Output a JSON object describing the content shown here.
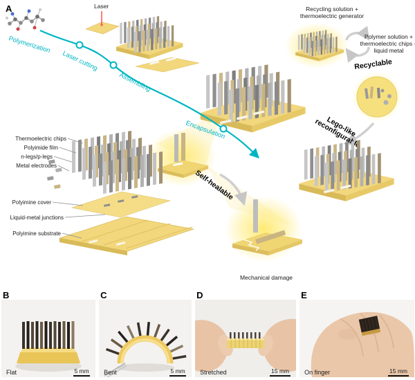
{
  "figure": {
    "panel_a_label": "A",
    "laser_label": "Laser",
    "steps": {
      "polymerization": "Polymerization",
      "laser_cutting": "Laser cutting",
      "assembling": "Assembling",
      "encapsulation": "Encapsulation"
    },
    "recycle": {
      "input_line1": "Recycling solution +",
      "input_line2": "thermoelectric generator",
      "title": "Recyclable",
      "output_line1": "Polymer solution +",
      "output_line2": "thermoelectric chips +",
      "output_line3": "liquid metal"
    },
    "lego": {
      "line1": "Lego-like",
      "line2": "reconfigurable"
    },
    "self_heal": {
      "title": "Self-healable",
      "damage_label": "Mechanical damage"
    },
    "exploded_labels": {
      "thermoelectric_chips": "Thermoelectric chips",
      "polyimide_film": "Polyimide film",
      "n_p_legs": "n-legs/p-legs",
      "metal_electrodes": "Metal electrodes",
      "polyimine_cover": "Polyimine cover",
      "liquid_metal_junctions": "Liquid-metal junctions",
      "polyimine_substrate": "Polyimine substrate"
    }
  },
  "photo_panels": {
    "b": {
      "label": "B",
      "caption": "Flat",
      "scale_text": "5 mm"
    },
    "c": {
      "label": "C",
      "caption": "Bent",
      "scale_text": "5 mm"
    },
    "d": {
      "label": "D",
      "caption": "Stretched",
      "scale_text": "15 mm"
    },
    "e": {
      "label": "E",
      "caption": "On finger",
      "scale_text": "15 mm"
    }
  },
  "colors": {
    "accent_cyan": "#00b5c3",
    "base_yellow": "#f2d77c",
    "glow_yellow": "#ffe96b",
    "chip_gray": "#b5b5b5",
    "chip_tan": "#c9b482"
  }
}
